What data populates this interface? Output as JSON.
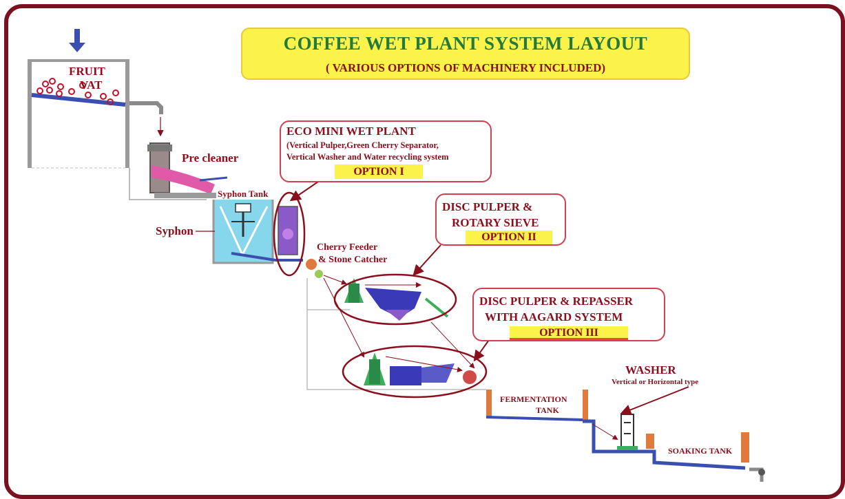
{
  "title": {
    "main": "COFFEE WET PLANT SYSTEM LAYOUT",
    "sub": "( VARIOUS OPTIONS OF MACHINERY INCLUDED)"
  },
  "labels": {
    "fruit": "FRUIT",
    "vat": "VAT",
    "pre_cleaner": "Pre cleaner",
    "syphon_tank": "Syphon Tank",
    "syphon": "Syphon",
    "cherry_feeder_1": "Cherry Feeder",
    "cherry_feeder_2": "& Stone Catcher",
    "fermentation_1": "FERMENTATION",
    "fermentation_2": "TANK",
    "washer": "WASHER",
    "washer_type": "Vertical or Horizontal type",
    "soaking_tank": "SOAKING TANK"
  },
  "options": {
    "one": {
      "heading": "ECO MINI WET PLANT",
      "detail_1": "(Vertical Pulper,Green Cherry Separator,",
      "detail_2": "Vertical Washer and Water recycling system",
      "badge": "OPTION I"
    },
    "two": {
      "heading_1": "DISC PULPER &",
      "heading_2": "ROTARY SIEVE",
      "badge": "OPTION II"
    },
    "three": {
      "heading_1": "DISC PULPER & REPASSER",
      "heading_2": "WITH AAGARD SYSTEM",
      "badge": "OPTION III"
    }
  },
  "colors": {
    "frame": "#7a1020",
    "title_bg": "#fbf24a",
    "title_text": "#247a3a",
    "label_text": "#8b0e1c",
    "callout_border": "#cf4150",
    "pipe": "#3a4fb0",
    "tank": "#e07a3c",
    "syphon_tank": "#5ec8e6",
    "pulper": "#3fae5a",
    "sieve": "#3a3ab8",
    "pre_cleaner": "#e05aa8"
  }
}
